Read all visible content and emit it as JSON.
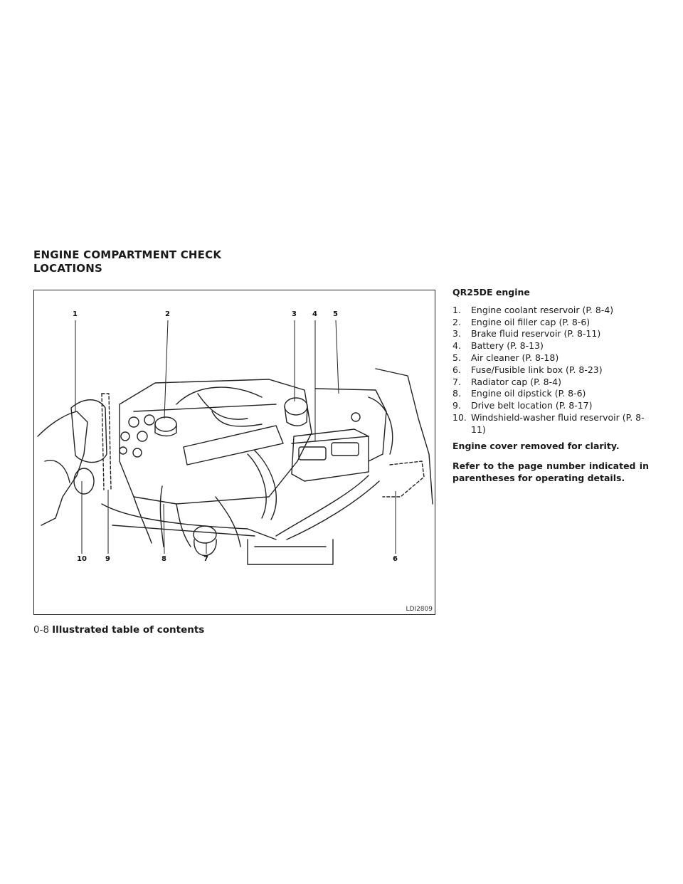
{
  "section": {
    "title_line1": "ENGINE COMPARTMENT CHECK",
    "title_line2": "LOCATIONS"
  },
  "figure": {
    "code": "LDI2809",
    "callouts_top": [
      "1",
      "2",
      "3",
      "4",
      "5"
    ],
    "callouts_bottom": [
      "10",
      "9",
      "8",
      "7",
      "6"
    ]
  },
  "engine_heading": "QR25DE engine",
  "items": [
    {
      "num": "1.",
      "text": "Engine coolant reservoir (P. 8-4)"
    },
    {
      "num": "2.",
      "text": "Engine oil filler cap (P. 8-6)"
    },
    {
      "num": "3.",
      "text": "Brake fluid reservoir (P. 8-11)"
    },
    {
      "num": "4.",
      "text": "Battery (P. 8-13)"
    },
    {
      "num": "5.",
      "text": "Air cleaner (P. 8-18)"
    },
    {
      "num": "6.",
      "text": "Fuse/Fusible link box (P. 8-23)"
    },
    {
      "num": "7.",
      "text": "Radiator cap (P. 8-4)"
    },
    {
      "num": "8.",
      "text": "Engine oil dipstick (P. 8-6)"
    },
    {
      "num": "9.",
      "text": "Drive belt location (P. 8-17)"
    },
    {
      "num": "10.",
      "text": "Windshield-washer fluid reservoir (P. 8-11)"
    }
  ],
  "notes": {
    "cover_removed": "Engine cover removed for clarity.",
    "refer": "Refer to the page number indicated in parentheses for operating details."
  },
  "footer": {
    "page_number": "0-8",
    "title": "Illustrated table of contents"
  }
}
